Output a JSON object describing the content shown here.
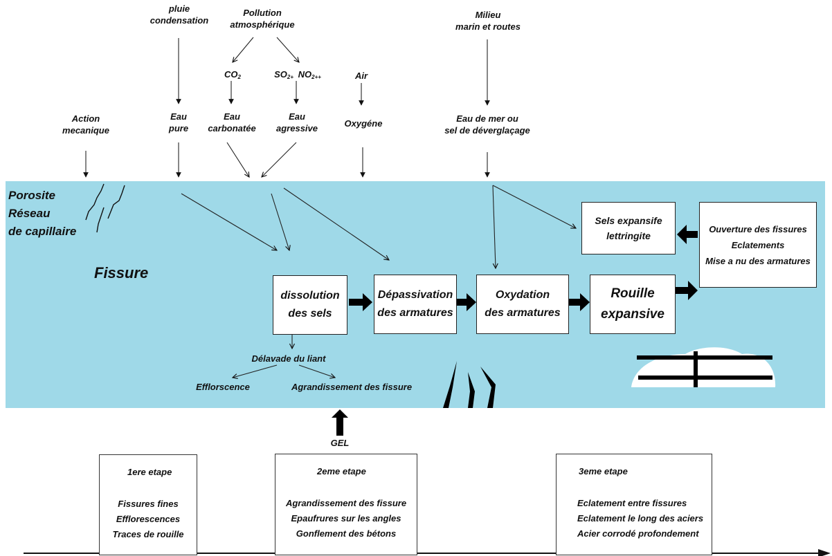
{
  "sources": {
    "pluie": [
      "pluie",
      "condensation"
    ],
    "pollution": [
      "Pollution",
      "atmosphérique"
    ],
    "milieu": [
      "Milieu",
      "marin et routes"
    ],
    "co2": {
      "base": "CO",
      "sub": "2"
    },
    "so2_no2": {
      "so": "SO",
      "so_sub": "2+",
      "no": "NO",
      "no_sub": "2++"
    },
    "air": "Air",
    "action": [
      "Action",
      "mecanique"
    ],
    "eau_pure": [
      "Eau",
      "pure"
    ],
    "eau_carbonatee": [
      "Eau",
      "carbonatée"
    ],
    "eau_agressive": [
      "Eau",
      "agressive"
    ],
    "oxygene": "Oxygéne",
    "eau_de_mer": [
      "Eau de mer ou",
      "sel de déverglaçage"
    ]
  },
  "zone": {
    "porosite": [
      "Porosite",
      "Réseau",
      "de capillaire"
    ],
    "fissure": "Fissure",
    "delavade": "Délavade du liant",
    "efflorscence": "Efflorscence",
    "agrandissement": "Agrandissement des fissure",
    "gel": "GEL"
  },
  "process_boxes": {
    "dissolution": [
      "dissolution",
      "des sels"
    ],
    "depassivation": [
      "Dépassivation",
      "des armatures"
    ],
    "oxydation": [
      "Oxydation",
      "des armatures"
    ],
    "rouille": [
      "Rouille",
      "expansive"
    ],
    "sels": [
      "Sels expansife",
      "lettringite"
    ],
    "ouverture": [
      "Ouverture des fissures",
      "Eclatements",
      "Mise a nu des armatures"
    ]
  },
  "stages": [
    {
      "title": "1ere etape",
      "lines": [
        "Fissures fines",
        "Efflorescences",
        "Traces de rouille"
      ]
    },
    {
      "title": "2eme etape",
      "lines": [
        "Agrandissement des fissure",
        "Epaufrures sur les angles",
        "Gonflement des bétons"
      ]
    },
    {
      "title": "3eme etape",
      "lines": [
        "Eclatement entre fissures",
        "Eclatement le long des aciers",
        "Acier corrodé profondement"
      ]
    }
  ],
  "colors": {
    "concrete": "#9fd9e8",
    "ink": "#111111",
    "box": "#ffffff"
  }
}
